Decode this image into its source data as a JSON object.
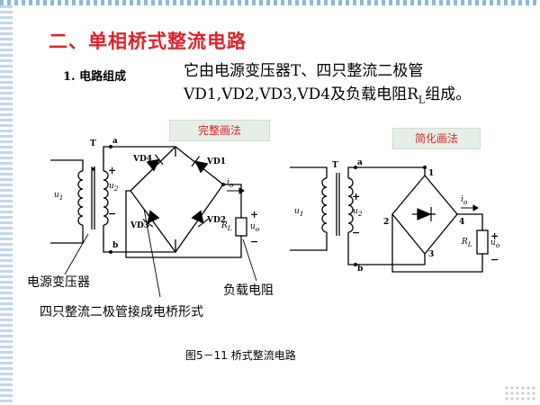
{
  "title": "二、单相桥式整流电路",
  "section": "1. 电路组成",
  "description": {
    "line1": "它由电源变压器T、四只整流二极管",
    "line2_pre": "VD1,VD2,VD3,VD4及负载电阻R",
    "line2_sub": "L",
    "line2_post": "组成。"
  },
  "buttons": {
    "complete": "完整画法",
    "simplified": "简化画法"
  },
  "circuit": {
    "T": "T",
    "a": "a",
    "b": "b",
    "u1": "u",
    "u1_sub": "1",
    "u2": "u",
    "u2_sub": "2",
    "plus": "+",
    "minus": "−",
    "vd1": "VD1",
    "vd2": "VD2",
    "vd3": "VD3",
    "vd4": "VD4",
    "io": "i",
    "io_sub": "o",
    "uo": "u",
    "uo_sub": "o",
    "RL": "R",
    "RL_sub": "L",
    "n1": "1",
    "n2": "2",
    "n3": "3",
    "n4": "4"
  },
  "annotations": {
    "transformer": "电源变压器",
    "load": "负载电阻",
    "bridge": "四只整流二极管接成电桥形式"
  },
  "caption": "图5－11  桥式整流电路"
}
